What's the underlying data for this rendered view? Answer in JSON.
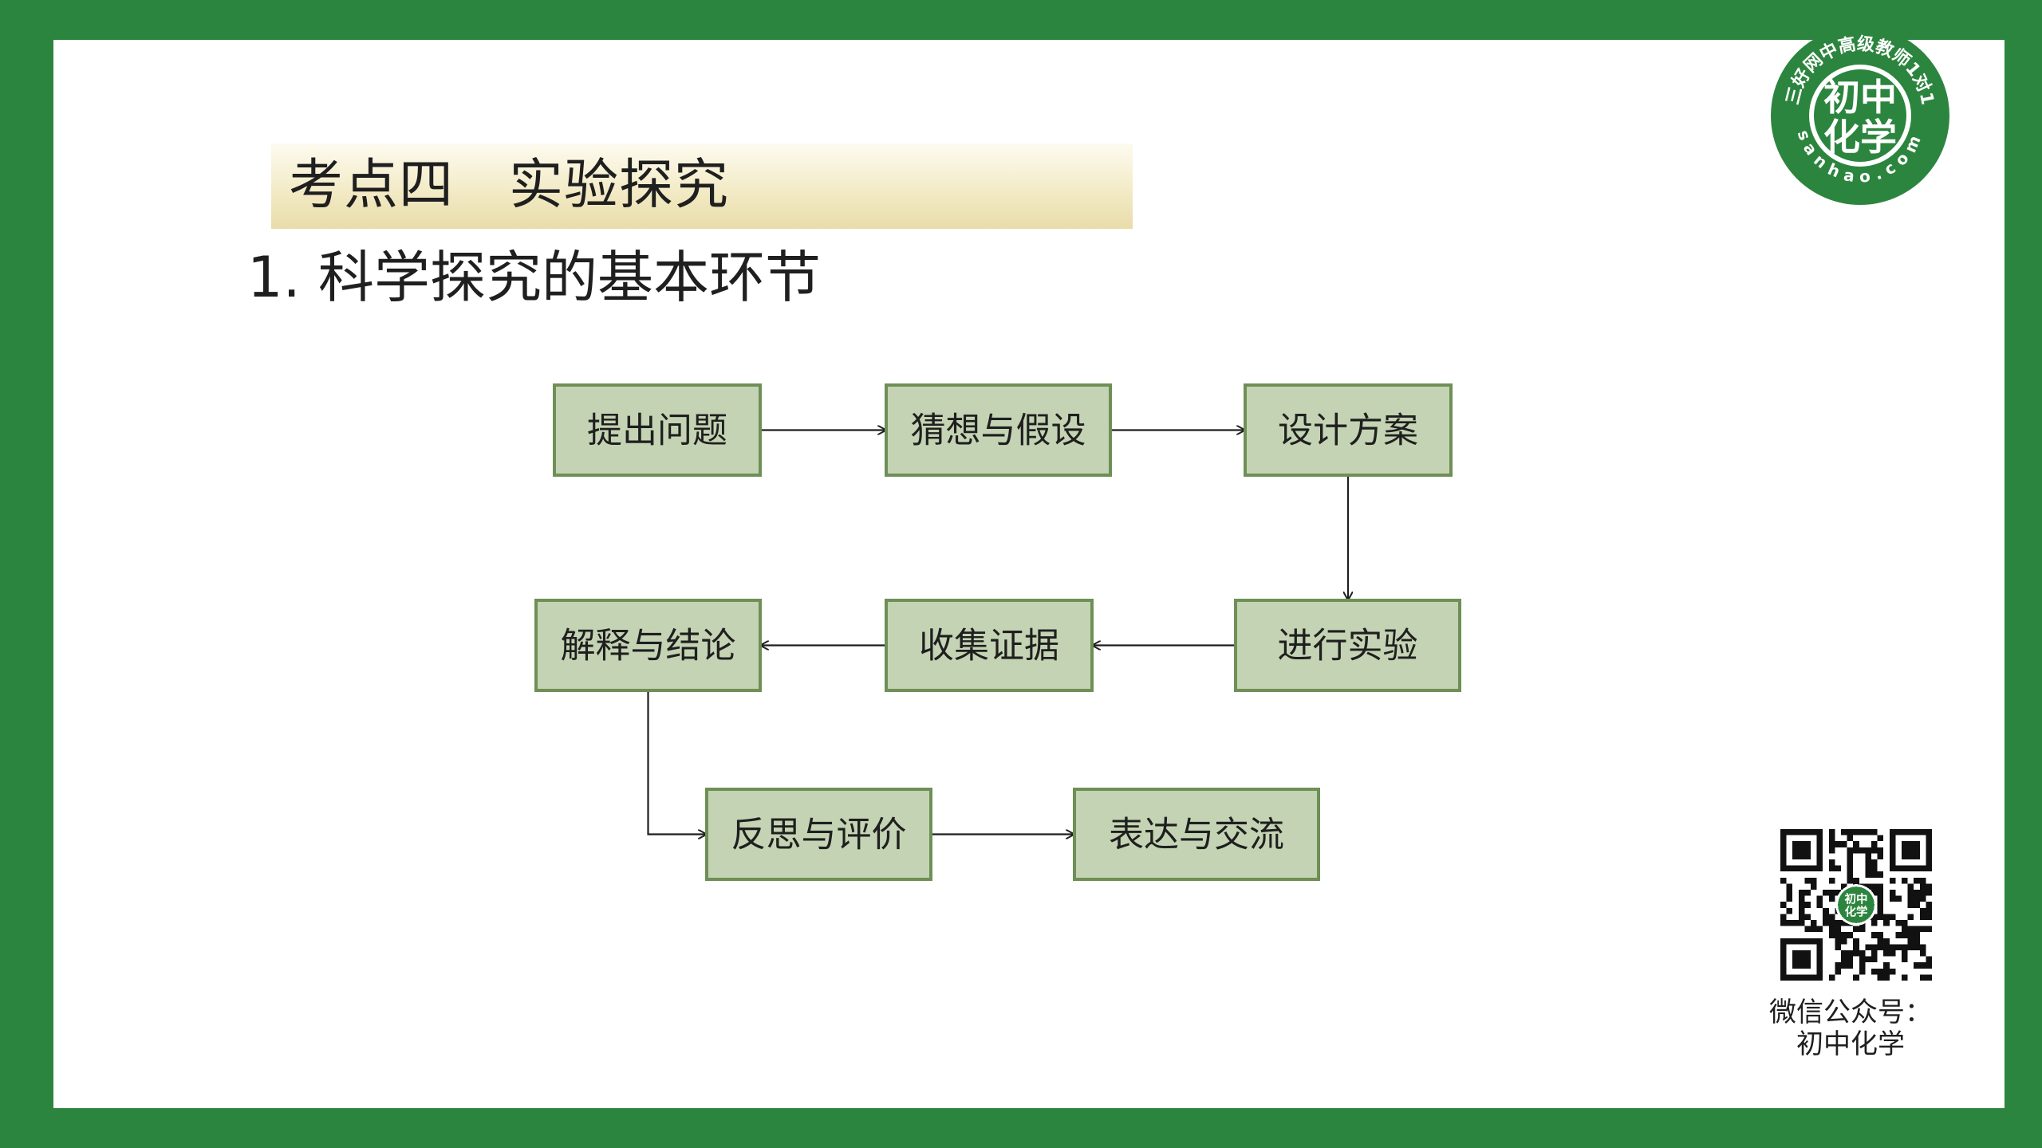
{
  "logo": {
    "ring_text": "三好网中高级教师1对1",
    "center_line1": "初中",
    "center_line2": "化学",
    "domain_text": "sanhao.com",
    "icon": "sanhao-chemistry-badge",
    "color": "#2c853e"
  },
  "section_title": "考点四　实验探究",
  "subtitle": "1. 科学探究的基本环节",
  "diagram": {
    "nodes": [
      {
        "id": "n1",
        "label": "提出问题"
      },
      {
        "id": "n2",
        "label": "猜想与假设"
      },
      {
        "id": "n3",
        "label": "设计方案"
      },
      {
        "id": "n4",
        "label": "进行实验"
      },
      {
        "id": "n5",
        "label": "收集证据"
      },
      {
        "id": "n6",
        "label": "解释与结论"
      },
      {
        "id": "n7",
        "label": "反思与评价"
      },
      {
        "id": "n8",
        "label": "表达与交流"
      }
    ],
    "edges": [
      {
        "from": "n1",
        "to": "n2"
      },
      {
        "from": "n2",
        "to": "n3"
      },
      {
        "from": "n3",
        "to": "n4"
      },
      {
        "from": "n4",
        "to": "n5"
      },
      {
        "from": "n5",
        "to": "n6"
      },
      {
        "from": "n6",
        "to": "n7"
      },
      {
        "from": "n7",
        "to": "n8"
      }
    ],
    "node_fill": "#c4d3b3",
    "node_border": "#6e8f56"
  },
  "qr": {
    "icon": "wechat-qr-code",
    "center_line1": "初中",
    "center_line2": "化学"
  },
  "wechat": {
    "line1": "微信公众号：",
    "line2": "初中化学"
  },
  "colors": {
    "frame": "#2c853e",
    "banner": "#f1e8c2"
  }
}
